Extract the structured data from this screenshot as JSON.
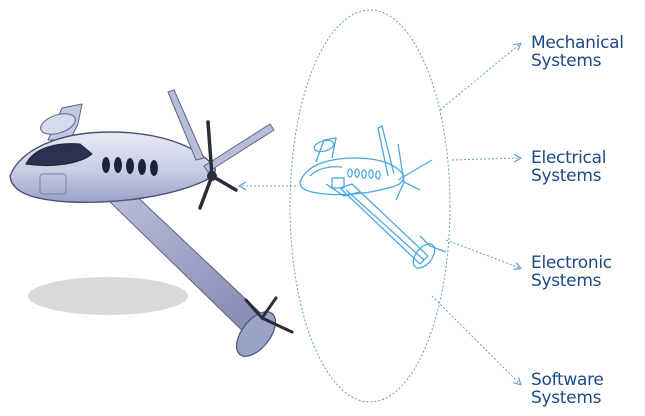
{
  "diagram": {
    "systems": [
      {
        "line1": "Mechanical",
        "line2": "Systems"
      },
      {
        "line1": "Electrical",
        "line2": "Systems"
      },
      {
        "line1": "Electronic",
        "line2": "Systems"
      },
      {
        "line1": "Software",
        "line2": "Systems"
      }
    ],
    "colors": {
      "label_text": "#1d4a86",
      "connector": "#5d9fd6",
      "wireframe": "#4da8e0",
      "fuselage": "#cdd3e6",
      "fuselage_dark": "#8b93b8",
      "windows": "#1e2236",
      "shadow": "#d9d9d9",
      "propeller": "#2a2d3a"
    }
  }
}
